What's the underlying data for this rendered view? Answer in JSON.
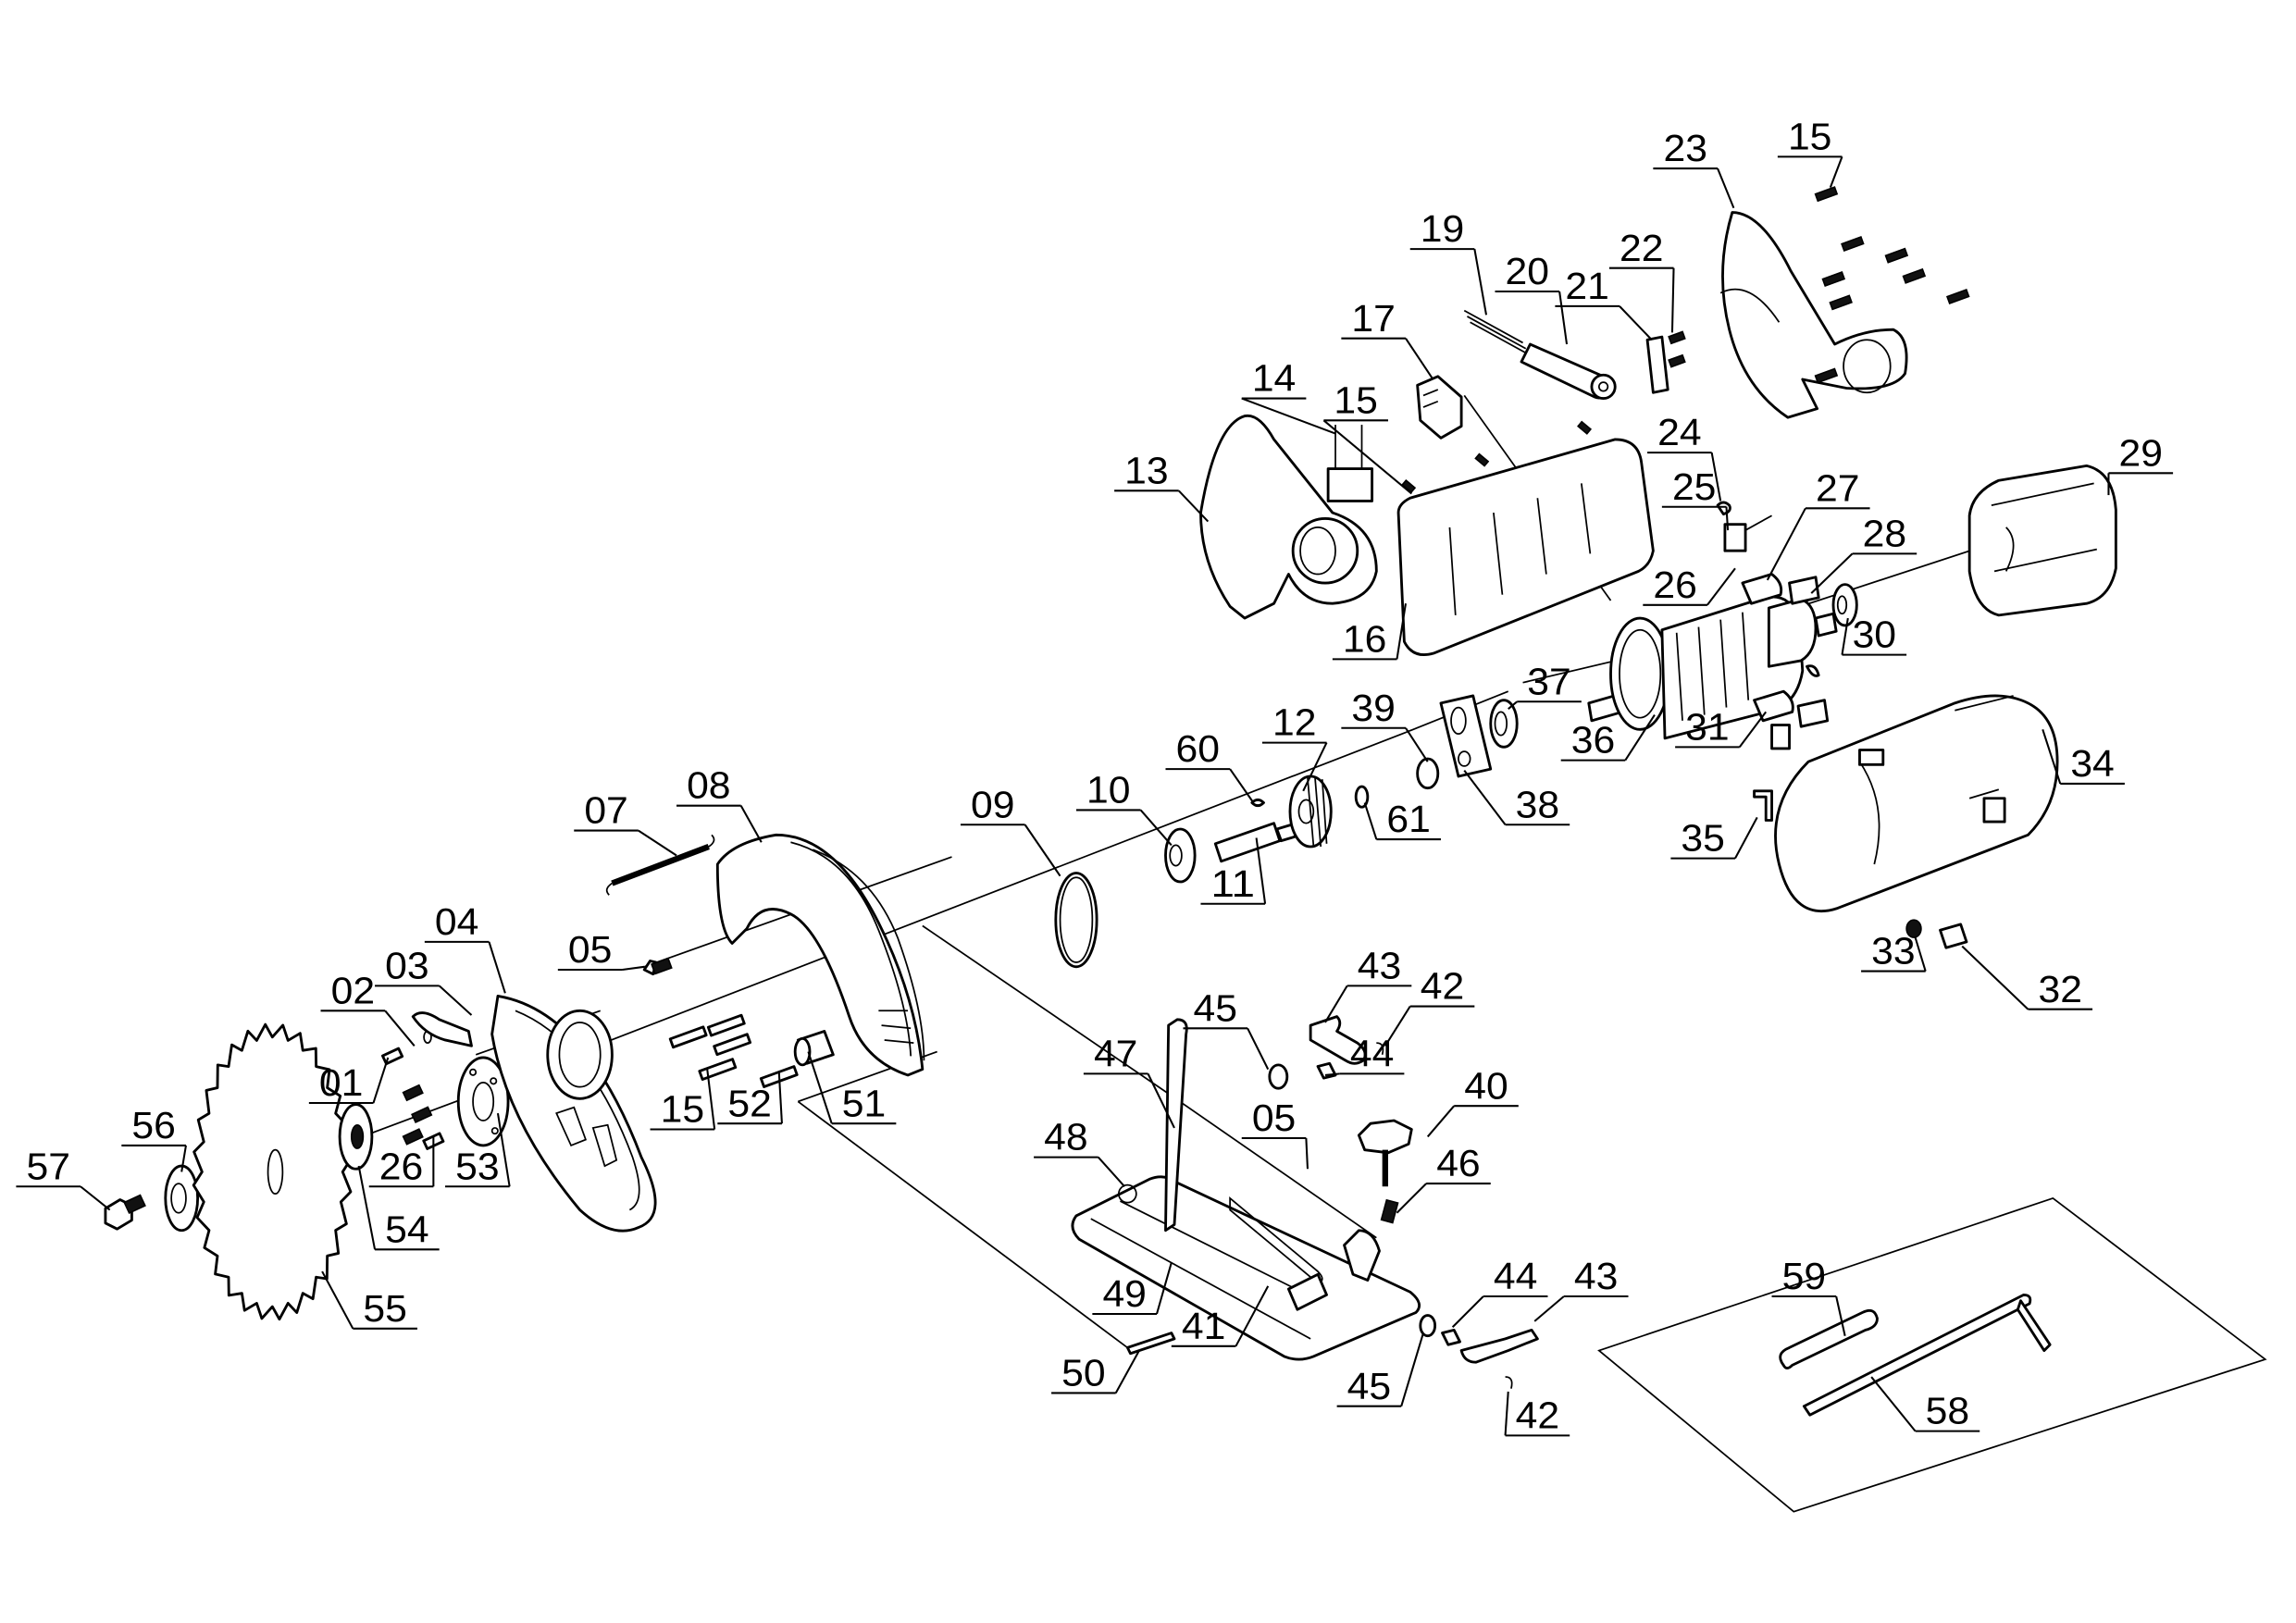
{
  "diagram": {
    "title": "Exploded view – circular saw spare parts",
    "background_color": "#ffffff",
    "line_color": "#000000",
    "callouts": [
      {
        "id": "c01",
        "part": "01"
      },
      {
        "id": "c02",
        "part": "02"
      },
      {
        "id": "c03",
        "part": "03"
      },
      {
        "id": "c04",
        "part": "04"
      },
      {
        "id": "c05a",
        "part": "05"
      },
      {
        "id": "c05b",
        "part": "05"
      },
      {
        "id": "c07",
        "part": "07"
      },
      {
        "id": "c08",
        "part": "08"
      },
      {
        "id": "c09",
        "part": "09"
      },
      {
        "id": "c10",
        "part": "10"
      },
      {
        "id": "c11",
        "part": "11"
      },
      {
        "id": "c12",
        "part": "12"
      },
      {
        "id": "c13",
        "part": "13"
      },
      {
        "id": "c14",
        "part": "14"
      },
      {
        "id": "c15a",
        "part": "15"
      },
      {
        "id": "c15b",
        "part": "15"
      },
      {
        "id": "c15c",
        "part": "15"
      },
      {
        "id": "c16",
        "part": "16"
      },
      {
        "id": "c17",
        "part": "17"
      },
      {
        "id": "c19",
        "part": "19"
      },
      {
        "id": "c20",
        "part": "20"
      },
      {
        "id": "c21",
        "part": "21"
      },
      {
        "id": "c22",
        "part": "22"
      },
      {
        "id": "c23",
        "part": "23"
      },
      {
        "id": "c24",
        "part": "24"
      },
      {
        "id": "c25",
        "part": "25"
      },
      {
        "id": "c26a",
        "part": "26"
      },
      {
        "id": "c26b",
        "part": "26"
      },
      {
        "id": "c27",
        "part": "27"
      },
      {
        "id": "c28",
        "part": "28"
      },
      {
        "id": "c29",
        "part": "29"
      },
      {
        "id": "c30",
        "part": "30"
      },
      {
        "id": "c31",
        "part": "31"
      },
      {
        "id": "c32",
        "part": "32"
      },
      {
        "id": "c33",
        "part": "33"
      },
      {
        "id": "c34",
        "part": "34"
      },
      {
        "id": "c35",
        "part": "35"
      },
      {
        "id": "c36",
        "part": "36"
      },
      {
        "id": "c37",
        "part": "37"
      },
      {
        "id": "c38",
        "part": "38"
      },
      {
        "id": "c39",
        "part": "39"
      },
      {
        "id": "c40",
        "part": "40"
      },
      {
        "id": "c41",
        "part": "41"
      },
      {
        "id": "c42a",
        "part": "42"
      },
      {
        "id": "c42b",
        "part": "42"
      },
      {
        "id": "c43a",
        "part": "43"
      },
      {
        "id": "c43b",
        "part": "43"
      },
      {
        "id": "c44a",
        "part": "44"
      },
      {
        "id": "c44b",
        "part": "44"
      },
      {
        "id": "c45a",
        "part": "45"
      },
      {
        "id": "c45b",
        "part": "45"
      },
      {
        "id": "c46",
        "part": "46"
      },
      {
        "id": "c47",
        "part": "47"
      },
      {
        "id": "c48",
        "part": "48"
      },
      {
        "id": "c49",
        "part": "49"
      },
      {
        "id": "c50",
        "part": "50"
      },
      {
        "id": "c51",
        "part": "51"
      },
      {
        "id": "c52",
        "part": "52"
      },
      {
        "id": "c53",
        "part": "53"
      },
      {
        "id": "c54",
        "part": "54"
      },
      {
        "id": "c55",
        "part": "55"
      },
      {
        "id": "c56",
        "part": "56"
      },
      {
        "id": "c57",
        "part": "57"
      },
      {
        "id": "c58",
        "part": "58"
      },
      {
        "id": "c59",
        "part": "59"
      },
      {
        "id": "c60",
        "part": "60"
      },
      {
        "id": "c61",
        "part": "61"
      }
    ],
    "parts": [
      {
        "id": "saw-blade",
        "number": "55"
      },
      {
        "id": "lower-blade-guard",
        "number": "04"
      },
      {
        "id": "upper-blade-guard",
        "number": "08"
      },
      {
        "id": "base-plate",
        "number": "49"
      },
      {
        "id": "motor-housing",
        "number": "34"
      },
      {
        "id": "stator",
        "number": "29"
      },
      {
        "id": "armature",
        "number": "36"
      },
      {
        "id": "handle-half-left",
        "number": "13"
      },
      {
        "id": "handle-half-right",
        "number": "23"
      },
      {
        "id": "gear-housing",
        "number": "16"
      },
      {
        "id": "accessory-bag",
        "number": "58/59"
      }
    ]
  }
}
